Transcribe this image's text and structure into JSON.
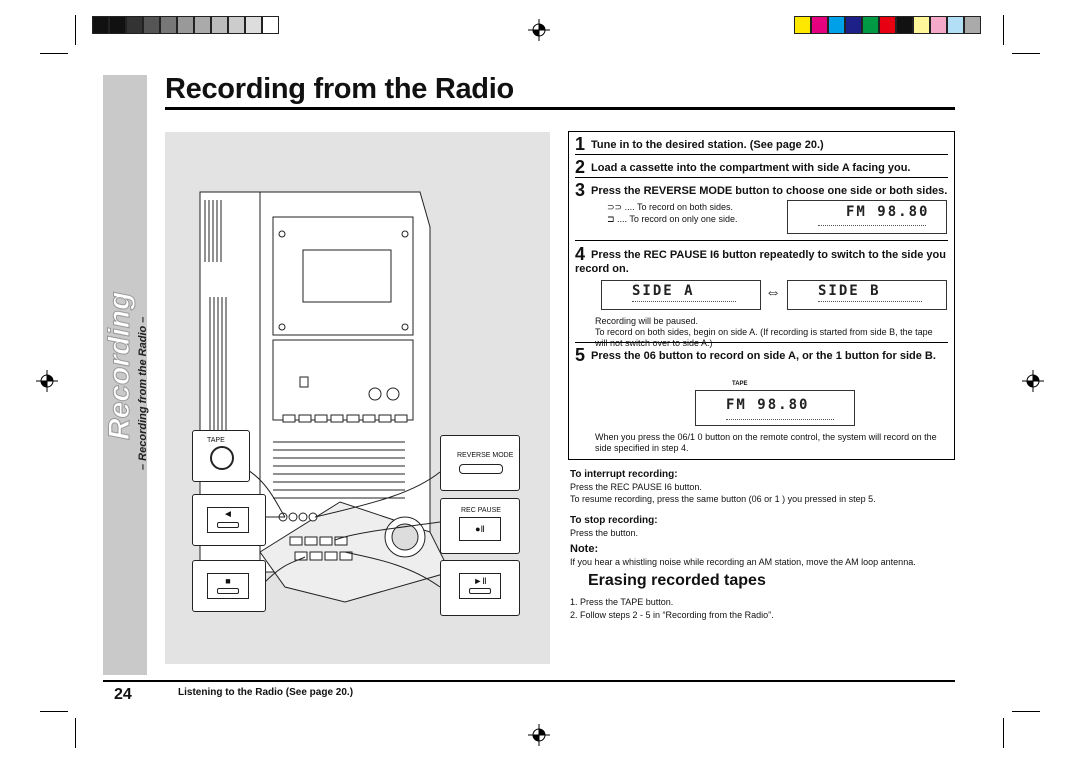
{
  "page": {
    "title": "Recording from the Radio",
    "page_number": "24",
    "side_tab_main": "Recording",
    "side_tab_sub": "– Recording from the Radio –",
    "footer": "Listening to the Radio (See page 20.)"
  },
  "steps": [
    {
      "num": "1",
      "text": "Tune in to the desired station. (See page 20.)"
    },
    {
      "num": "2",
      "text": "Load a cassette into the compartment with side A facing you."
    },
    {
      "num": "3",
      "text": "Press the REVERSE MODE button to choose one side or both sides."
    },
    {
      "num": "4",
      "text": "Press the REC PAUSE I6   button repeatedly to switch to the side you record on."
    },
    {
      "num": "5",
      "text": "Press the 06   button to record on side A, or the 1   button for side B."
    }
  ],
  "step3": {
    "opt1": ".... To record on both sides.",
    "opt2": ".... To record on only one side.",
    "lcd": "FM 98.80"
  },
  "step4": {
    "lcd_a": "SIDE A",
    "lcd_b": "SIDE B",
    "note1": "Recording will be paused.",
    "note2": "To record on both sides, begin on side A. (If recording is started from side B, the tape will not switch over to side A.)"
  },
  "step5": {
    "lcd": "FM 98.80",
    "tape_label": "TAPE",
    "note": "When you press the 06/1    0  button on the remote control, the system will record on the side specified in step 4."
  },
  "interrupt": {
    "heading": "To interrupt recording:",
    "line1": "Press the REC PAUSE I6   button.",
    "line2": "To resume recording, press the same button (06   or 1  ) you pressed in step 5."
  },
  "stop": {
    "heading": "To stop recording:",
    "line1": "Press the     button."
  },
  "note": {
    "heading": "Note:",
    "text": "If you hear a whistling noise while recording an AM station, move the AM loop antenna."
  },
  "erase": {
    "heading": "Erasing recorded tapes",
    "item1": "1.  Press the TAPE button.",
    "item2": "2.  Follow steps 2 - 5 in “Recording from the Radio”."
  },
  "figure": {
    "tape_label": "TAPE",
    "reverse_label": "REVERSE MODE",
    "recpause_label": "REC PAUSE"
  },
  "colors": {
    "gray_bar": [
      "#111111",
      "#111111",
      "#333333",
      "#555555",
      "#777777",
      "#999999",
      "#aaaaaa",
      "#bbbbbb",
      "#cccccc",
      "#dddddd",
      "#ffffff"
    ],
    "color_bar": [
      "#ffe800",
      "#e4007f",
      "#00a0e9",
      "#1d2088",
      "#009944",
      "#e60012",
      "#111111",
      "#fff799",
      "#f5a9c8",
      "#b2dff5",
      "#aaaaaa"
    ]
  }
}
